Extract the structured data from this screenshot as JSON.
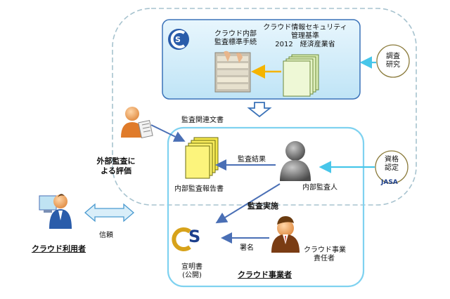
{
  "top_box": {
    "cloud_procedure": [
      "クラウド内部",
      "監査標準手続"
    ],
    "security_standard": [
      "クラウド情報セキュリティ",
      "管理基準",
      "2012　経済産業省"
    ]
  },
  "research": [
    "調査",
    "研究"
  ],
  "qualification": [
    "資格",
    "認定"
  ],
  "jasa_logo": "JASA",
  "docs_label": "監査関連文書",
  "external_audit": [
    "外部監査に",
    "よる評価"
  ],
  "audit_result": "監査結果",
  "internal_report": "内部監査報告書",
  "internal_auditor": "内部監査人",
  "audit_execution": "監査実施",
  "cloud_user": "クラウド利用者",
  "trust": "信頼",
  "signature": "署名",
  "declaration": [
    "宣明書",
    "(公開)"
  ],
  "cloud_provider": "クラウド事業者",
  "provider_manager": [
    "クラウド事業",
    "責任者"
  ]
}
